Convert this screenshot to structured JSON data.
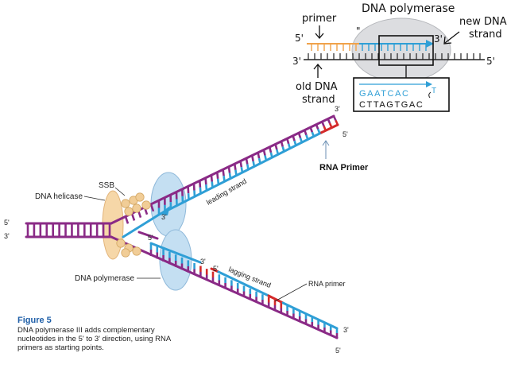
{
  "colors": {
    "template": "#8a2a86",
    "new_strand": "#2f9fd6",
    "primer_red": "#d42a2a",
    "primer_orange": "#f0a24a",
    "helicase": "#f6d7a8",
    "polymerase": "#c4dff2",
    "ssb": "#f1cd97",
    "inset_enzyme": "#dcdde0"
  },
  "inset": {
    "title": "DNA polymerase",
    "primer": "primer",
    "new_dna_line1": "new DNA",
    "new_dna_line2": "strand",
    "old_dna_line1": "old DNA",
    "old_dna_line2": "strand",
    "five_prime_left": "5'",
    "three_prime_left": "3'",
    "three_prime_mid": "3'",
    "five_prime_right": "5'",
    "quote_mark": "\"",
    "seq_top": "GAATCAC",
    "seq_top_next": "T",
    "seq_bottom": "CTTAGTGAC"
  },
  "labels": {
    "ssb": "SSB",
    "dna_helicase": "DNA helicase",
    "dna_polymerase": "DNA polymerase",
    "leading_strand": "leading strand",
    "lagging_strand": "lagging strand",
    "rna_primer_bold": "RNA Primer",
    "rna_primer": "RNA primer",
    "p5_left": "5'",
    "p3_left": "3'",
    "p3_top_end": "3'",
    "p5_top_end": "5'",
    "p3_leading": "3'",
    "p5_lower": "5'",
    "p3_lower_a": "3'",
    "p5_lower_b": "5'",
    "p3_bottom_end": "3'",
    "p5_bottom_end": "5'"
  },
  "figure": {
    "title": "Figure 5",
    "caption": "DNA polymerase III adds complementary nucleotides in the 5' to 3' direction, using RNA primers as starting points."
  }
}
